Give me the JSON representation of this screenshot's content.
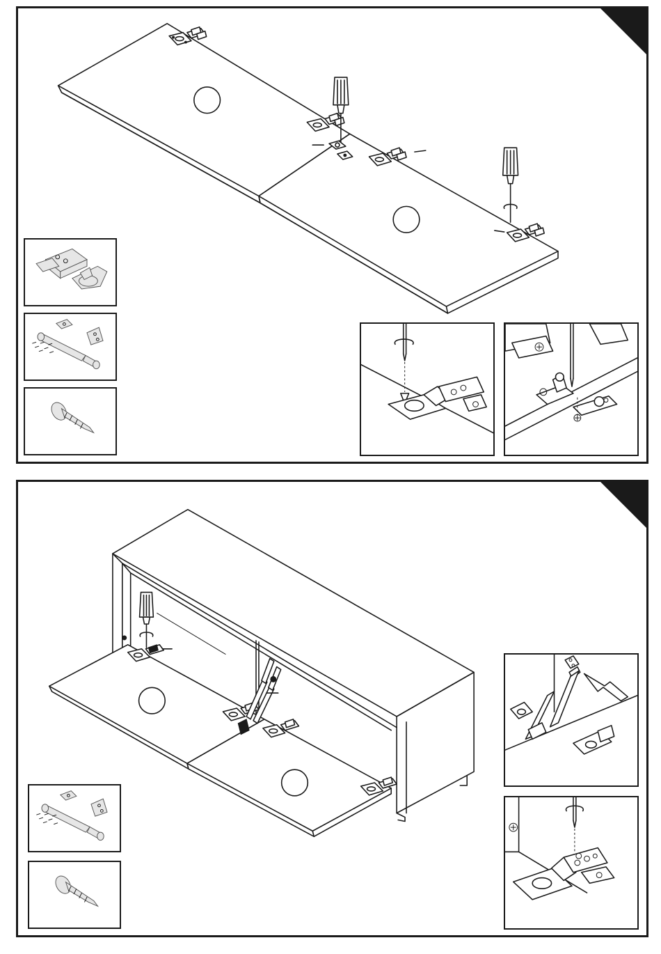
{
  "colors": {
    "line": "#1a1a1a",
    "background": "#ffffff",
    "shade": "#e6e6e6"
  },
  "steps": [
    {
      "step_number": "",
      "callout_labels": [
        "",
        ""
      ],
      "parts_boxes": [
        "hinge-part",
        "gas-strut-kit-part",
        "screw-part"
      ],
      "detail_views": [
        "screw-into-hinge-detail",
        "screw-bracket-detail"
      ]
    },
    {
      "step_number": "",
      "callout_labels": [
        "",
        ""
      ],
      "parts_boxes": [
        "gas-strut-kit-part",
        "screw-part"
      ],
      "detail_views": [
        "attach-gas-strut-detail",
        "screw-hinge-to-cabinet-detail"
      ]
    }
  ]
}
